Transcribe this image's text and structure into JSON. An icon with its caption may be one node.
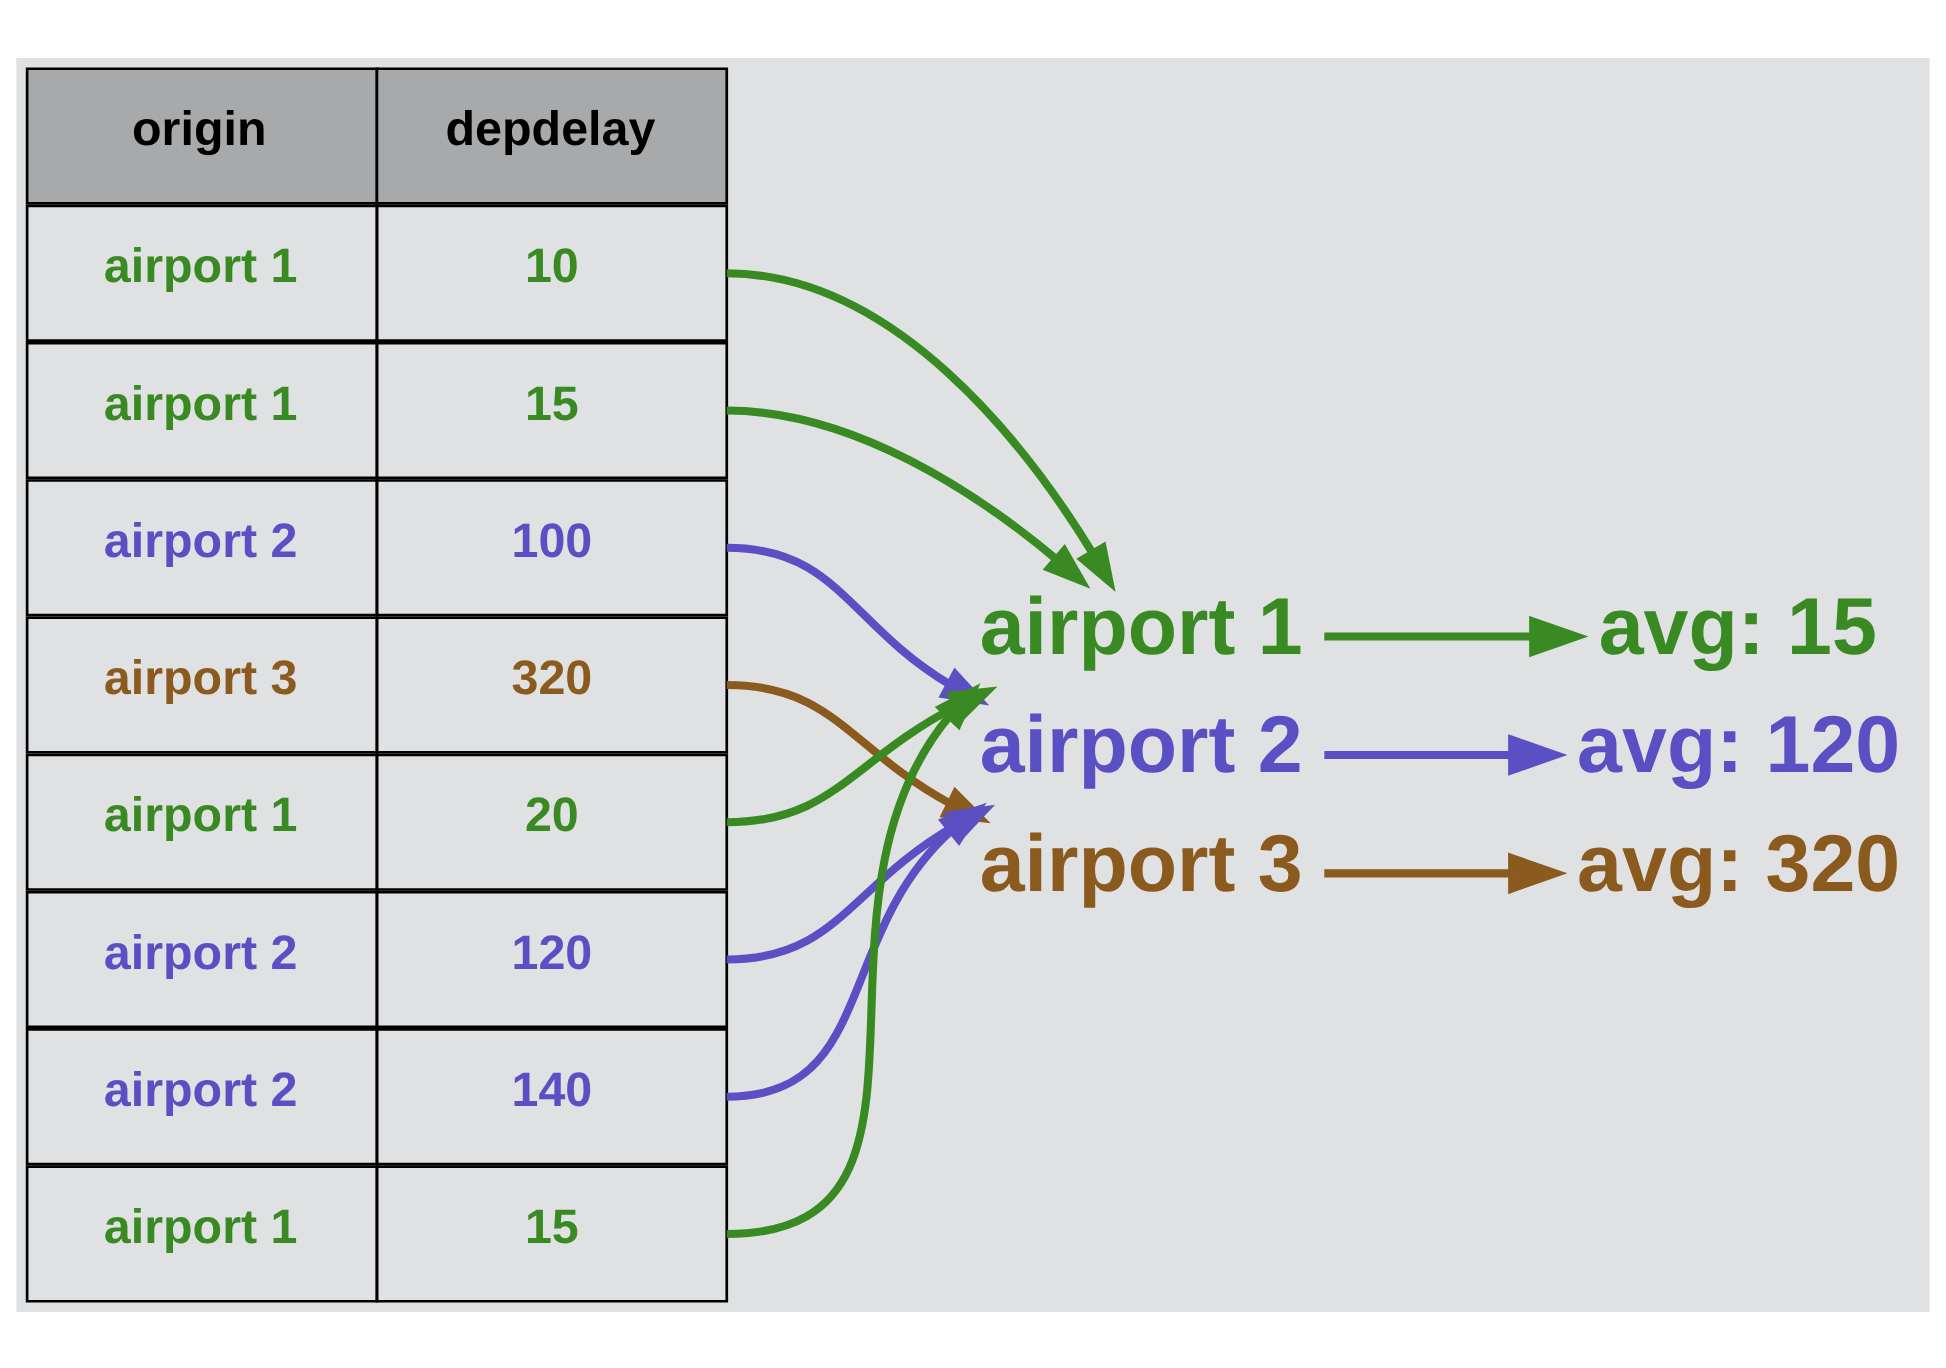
{
  "diagram": {
    "nodes": [
      {
        "text": [
          "origin",
          "depdelay"
        ]
      },
      {
        "text": [
          "airport 1",
          "10"
        ]
      },
      {
        "text": [
          "airport 1",
          "15"
        ]
      },
      {
        "text": [
          "airport 2",
          "100"
        ]
      },
      {
        "text": [
          "airport 3",
          "320"
        ]
      },
      {
        "text": [
          "airport 1",
          "20"
        ]
      },
      {
        "text": [
          "airport 2",
          "120"
        ]
      },
      {
        "text": [
          "airport 2",
          "140"
        ]
      },
      {
        "text": [
          "airport 1",
          "15"
        ]
      },
      {
        "text": [
          "airport 1"
        ]
      },
      {
        "text": [
          "avg: 15"
        ]
      },
      {
        "text": [
          "airport 2"
        ]
      },
      {
        "text": [
          "avg: 120"
        ]
      },
      {
        "text": [
          "airport 3"
        ]
      },
      {
        "text": [
          "avg: 320"
        ]
      }
    ],
    "edges": [
      {
        "from": 1,
        "to": 9,
        "arrow": "to"
      },
      {
        "from": 2,
        "to": 9,
        "arrow": "to"
      },
      {
        "from": 3,
        "to": 11,
        "arrow": "to",
        "color": "#5b4fc4"
      },
      {
        "from": 4,
        "to": 13,
        "arrow": "to",
        "color": "#8a5a1e"
      },
      {
        "from": 5,
        "to": 9,
        "arrow": "to"
      },
      {
        "from": 6,
        "to": 11,
        "arrow": "to",
        "color": "#5b4fc4"
      },
      {
        "from": 7,
        "to": 11,
        "arrow": "to",
        "color": "#5b4fc4"
      },
      {
        "from": 8,
        "to": 9,
        "arrow": "to"
      },
      {
        "from": 9,
        "to": 10,
        "arrow": "to"
      },
      {
        "from": 11,
        "to": 12,
        "arrow": "to",
        "color": "#5b4fc4"
      },
      {
        "from": 13,
        "to": 14,
        "arrow": "to",
        "color": "#8a5a1e"
      }
    ]
  }
}
